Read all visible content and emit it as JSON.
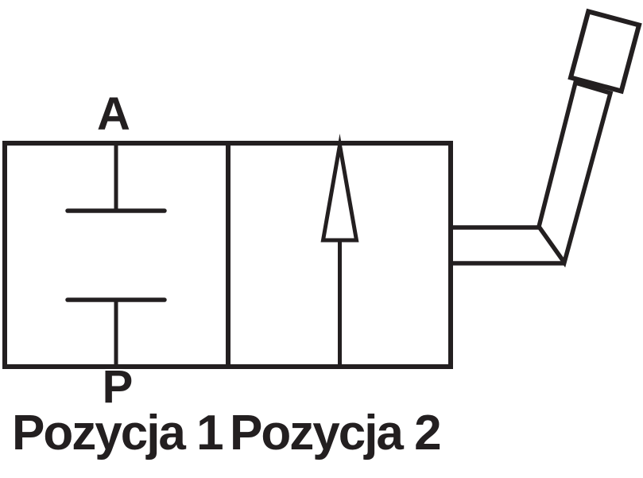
{
  "diagram": {
    "type": "valve-schematic",
    "port_labels": {
      "top": "A",
      "bottom": "P"
    },
    "position_labels": {
      "position_1": "Pozycja 1",
      "position_2": "Pozycja 2"
    },
    "colors": {
      "line": "#231f20",
      "background": "#ffffff"
    }
  }
}
